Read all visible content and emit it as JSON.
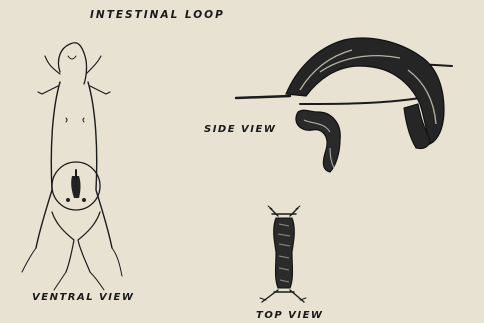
{
  "title": "INTESTINAL  LOOP",
  "labels": {
    "side": "SIDE  VIEW",
    "ventral": "VENTRAL  VIEW",
    "top": "TOP  VIEW"
  },
  "colors": {
    "paper": "#e7e2d2",
    "ink": "#1b1b1b",
    "fill": "#2a2a2a"
  }
}
